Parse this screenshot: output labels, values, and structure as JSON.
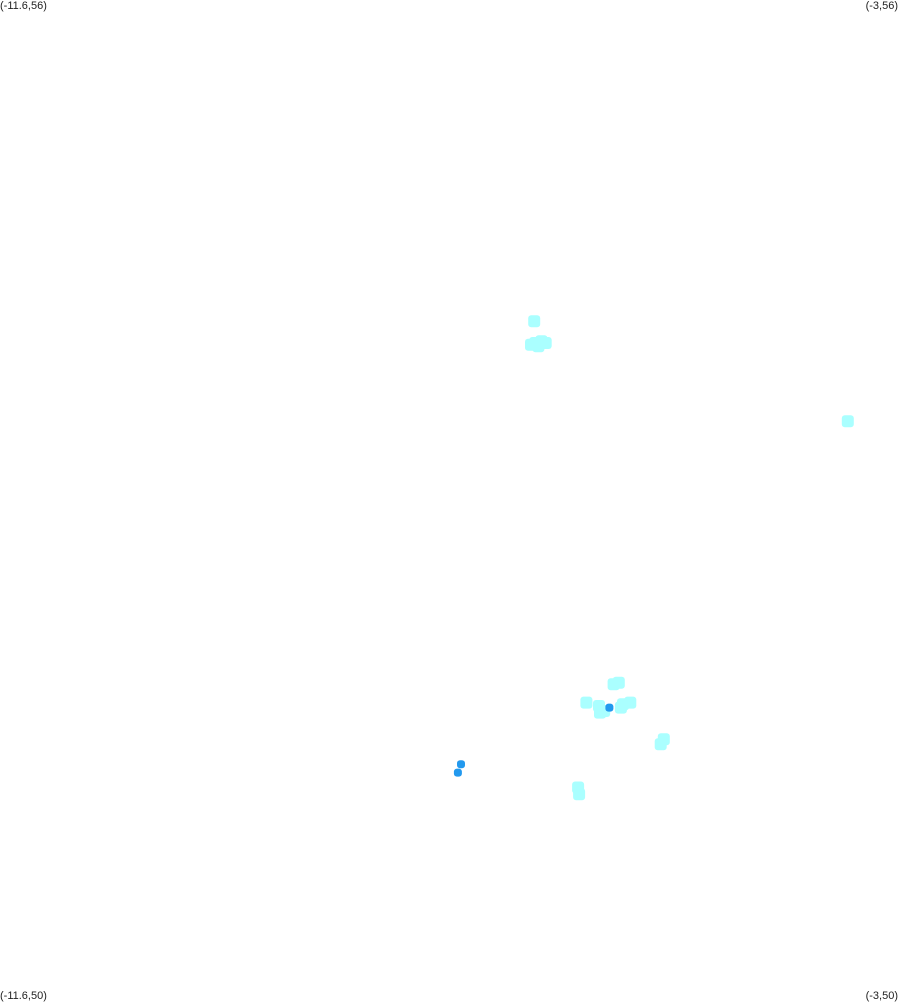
{
  "corners": {
    "top_left": "(-11.6,56)",
    "top_right": "(-3,56)",
    "bottom_left": "(-11.6,50)",
    "bottom_right": "(-3,50)"
  },
  "bounds": {
    "lon_min": -11.6,
    "lon_max": -3,
    "lat_min": 50,
    "lat_max": 56
  },
  "colors": {
    "light_cyan": "#aaffff",
    "mid_blue": "#2299ee",
    "background": "#ffffff"
  },
  "cells": [
    {
      "lon": -6.49,
      "lat": 54.07,
      "level": "light"
    },
    {
      "lon": -6.42,
      "lat": 53.95,
      "level": "light"
    },
    {
      "lon": -6.48,
      "lat": 53.94,
      "level": "light"
    },
    {
      "lon": -6.52,
      "lat": 53.93,
      "level": "light"
    },
    {
      "lon": -6.38,
      "lat": 53.94,
      "level": "light"
    },
    {
      "lon": -6.45,
      "lat": 53.92,
      "level": "light"
    },
    {
      "lon": -3.49,
      "lat": 53.47,
      "level": "light"
    },
    {
      "lon": -5.73,
      "lat": 51.89,
      "level": "light"
    },
    {
      "lon": -5.68,
      "lat": 51.9,
      "level": "light"
    },
    {
      "lon": -5.99,
      "lat": 51.78,
      "level": "light"
    },
    {
      "lon": -5.87,
      "lat": 51.76,
      "level": "light"
    },
    {
      "lon": -5.82,
      "lat": 51.73,
      "level": "light"
    },
    {
      "lon": -5.86,
      "lat": 51.72,
      "level": "light"
    },
    {
      "lon": -5.64,
      "lat": 51.77,
      "level": "light"
    },
    {
      "lon": -5.57,
      "lat": 51.78,
      "level": "light"
    },
    {
      "lon": -5.66,
      "lat": 51.75,
      "level": "light"
    },
    {
      "lon": -5.25,
      "lat": 51.56,
      "level": "light"
    },
    {
      "lon": -5.28,
      "lat": 51.53,
      "level": "light"
    },
    {
      "lon": -6.07,
      "lat": 51.27,
      "level": "light"
    },
    {
      "lon": -6.06,
      "lat": 51.23,
      "level": "light"
    },
    {
      "lon": -5.77,
      "lat": 51.75,
      "level": "mid"
    },
    {
      "lon": -7.19,
      "lat": 51.41,
      "level": "mid"
    },
    {
      "lon": -7.22,
      "lat": 51.36,
      "level": "mid"
    }
  ]
}
